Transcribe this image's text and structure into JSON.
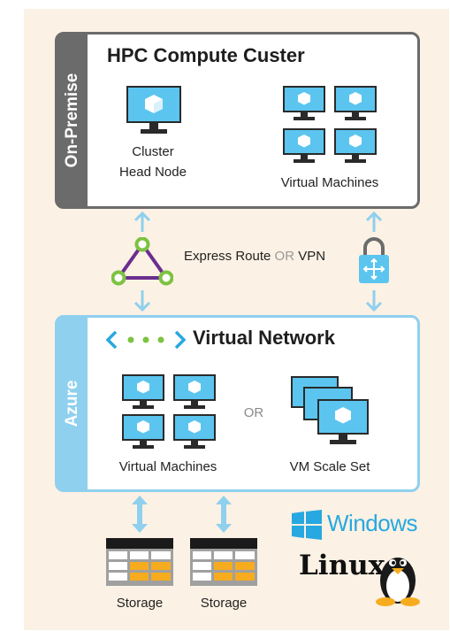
{
  "onprem": {
    "side_label": "On-Premise",
    "title": "HPC Compute Custer",
    "head_node_line1": "Cluster",
    "head_node_line2": "Head Node",
    "vms_label": "Virtual Machines"
  },
  "connection": {
    "text_a": "Express Route ",
    "text_or": "OR",
    "text_b": " VPN"
  },
  "azure": {
    "side_label": "Azure",
    "title": "Virtual Network",
    "vms_label": "Virtual Machines",
    "or_label": "OR",
    "scale_set_label": "VM Scale Set"
  },
  "storage": [
    "Storage",
    "Storage"
  ],
  "brands": {
    "windows": "Windows",
    "linux": "Linux"
  },
  "colors": {
    "azure_blue": "#8fd0ee",
    "onprem_gray": "#6b6b6b",
    "monitor": "#5bc5ef",
    "storage_orange": "#f6ac1e",
    "route_green": "#7dc242",
    "route_purple": "#6b2d8f"
  }
}
